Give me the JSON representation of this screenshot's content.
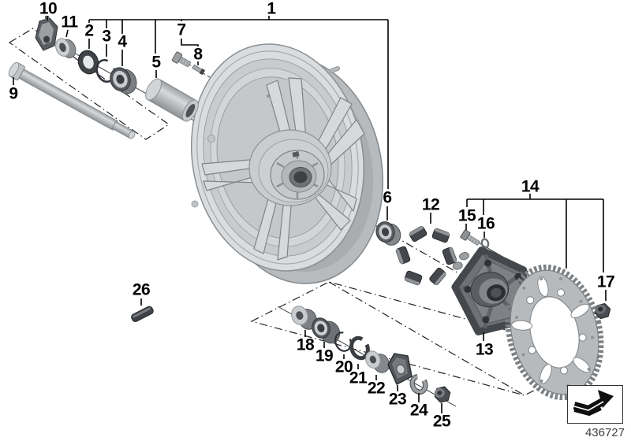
{
  "callouts": {
    "c1": "1",
    "c2": "2",
    "c3": "3",
    "c4": "4",
    "c5": "5",
    "c6": "6",
    "c7": "7",
    "c8": "8",
    "c9": "9",
    "c10": "10",
    "c11": "11",
    "c12": "12",
    "c13": "13",
    "c14": "14",
    "c15": "15",
    "c16": "16",
    "c17": "17",
    "c18": "18",
    "c19": "19",
    "c20": "20",
    "c21": "21",
    "c22": "22",
    "c23": "23",
    "c24": "24",
    "c25": "25",
    "c26": "26"
  },
  "footer": {
    "diagram_number": "436727"
  },
  "colors": {
    "line_color": "#1a1a1a",
    "metal_light": "#d9dcde",
    "metal_mid": "#b7bbbe",
    "metal_dark": "#4a4e51",
    "paper": "#ffffff"
  }
}
